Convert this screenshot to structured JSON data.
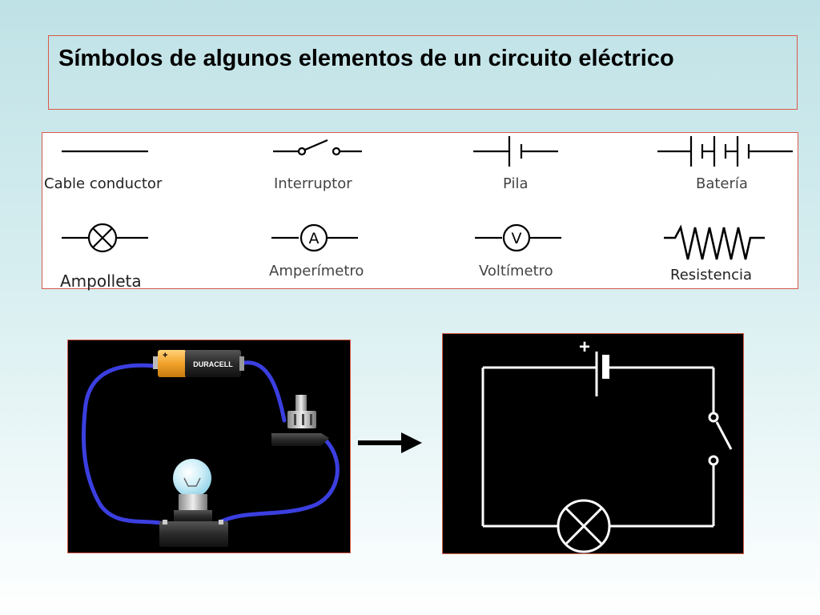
{
  "title": "Símbolos de algunos elementos de un circuito eléctrico",
  "symbols": [
    {
      "label": "Cable conductor",
      "icon": "wire-icon"
    },
    {
      "label": "Interruptor",
      "icon": "switch-icon"
    },
    {
      "label": "Pila",
      "icon": "cell-icon"
    },
    {
      "label": "Batería",
      "icon": "battery-icon"
    },
    {
      "label": "Ampolleta",
      "icon": "lamp-icon"
    },
    {
      "label": "Amperímetro",
      "icon": "ammeter-icon",
      "letter": "A"
    },
    {
      "label": "Voltímetro",
      "icon": "voltmeter-icon",
      "letter": "V"
    },
    {
      "label": "Resistencia",
      "icon": "resistor-icon"
    }
  ],
  "photo": {
    "battery_brand": "DURACELL",
    "battery_polarity": "+"
  },
  "schematic": {
    "battery_polarity": "+"
  },
  "colors": {
    "border": "#d9584a",
    "wire_blue": "#3b3fe0",
    "battery_orange": "#f2a22a"
  }
}
